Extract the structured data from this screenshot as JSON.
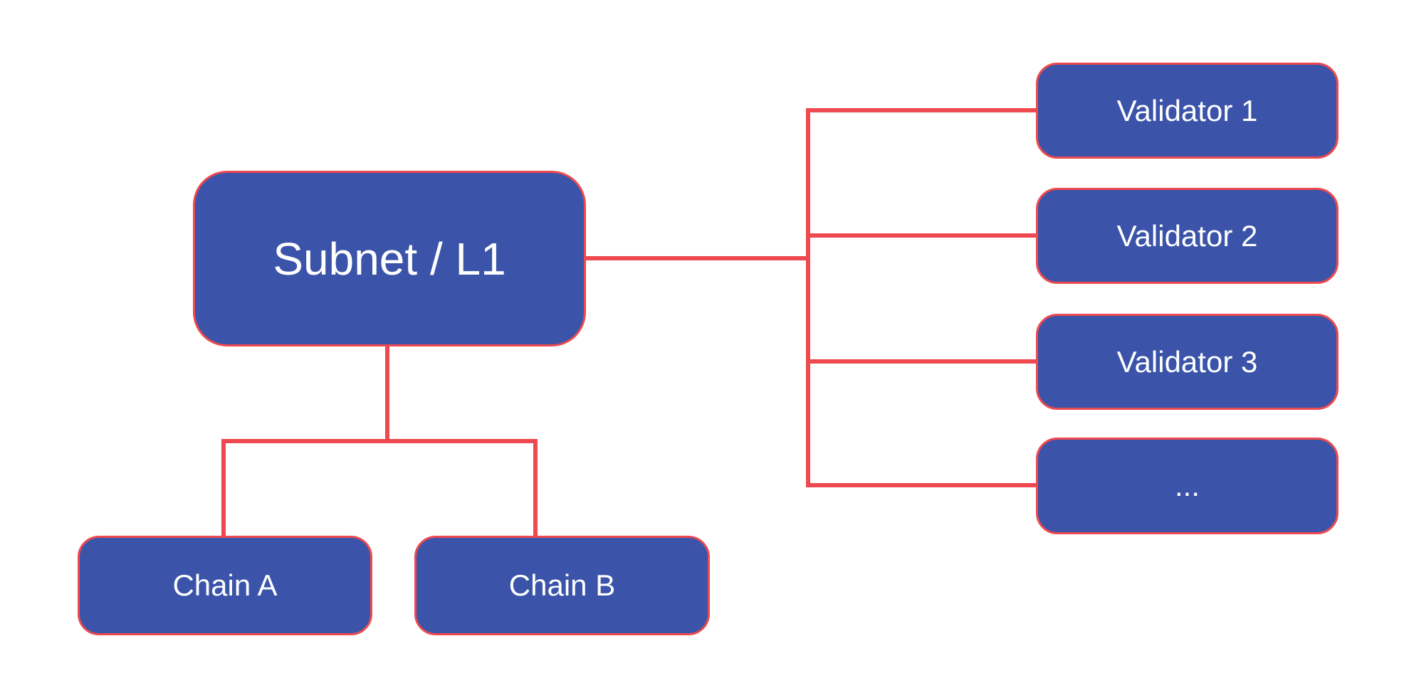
{
  "colors": {
    "background": "#FFFFFF",
    "node_fill": "#3B54A9",
    "line": "#ED494F",
    "node_text": "#FFFFFF"
  },
  "diagram": {
    "root": {
      "label": "Subnet / L1"
    },
    "validators": [
      {
        "label": "Validator 1"
      },
      {
        "label": "Validator 2"
      },
      {
        "label": "Validator 3"
      },
      {
        "label": "..."
      }
    ],
    "chains": [
      {
        "label": "Chain A"
      },
      {
        "label": "Chain B"
      }
    ]
  }
}
